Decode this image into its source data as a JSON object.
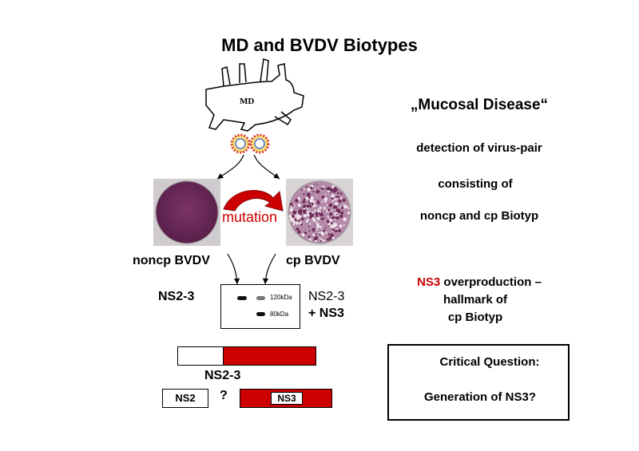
{
  "title": "MD and BVDV Biotypes",
  "cow_label": "MD",
  "mutation_label": "mutation",
  "noncp_label": "noncp BVDV",
  "cp_label": "cp BVDV",
  "blot": {
    "left_label": "NS2-3",
    "band_120": "120kDa",
    "band_80": "80kDa",
    "right_label_1": "NS2-3",
    "right_label_2": "+ NS3"
  },
  "bar_ns23_label": "NS2-3",
  "ns2_label": "NS2",
  "question_mark": "?",
  "ns3_label": "NS3",
  "right": {
    "mucosal": "„Mucosal Disease“",
    "detection": "detection of virus-pair",
    "consisting": "consisting of",
    "noncp_cp": "noncp and cp Biotyp",
    "ns3_red": "NS3",
    "overproduction": " overproduction –",
    "hallmark": "hallmark of",
    "cp_biotyp": "cp Biotyp"
  },
  "critical": {
    "line1": "Critical Question:",
    "line2": "Generation of NS3?"
  },
  "colors": {
    "red": "#cc0000",
    "plaque": "#6d2a56"
  }
}
